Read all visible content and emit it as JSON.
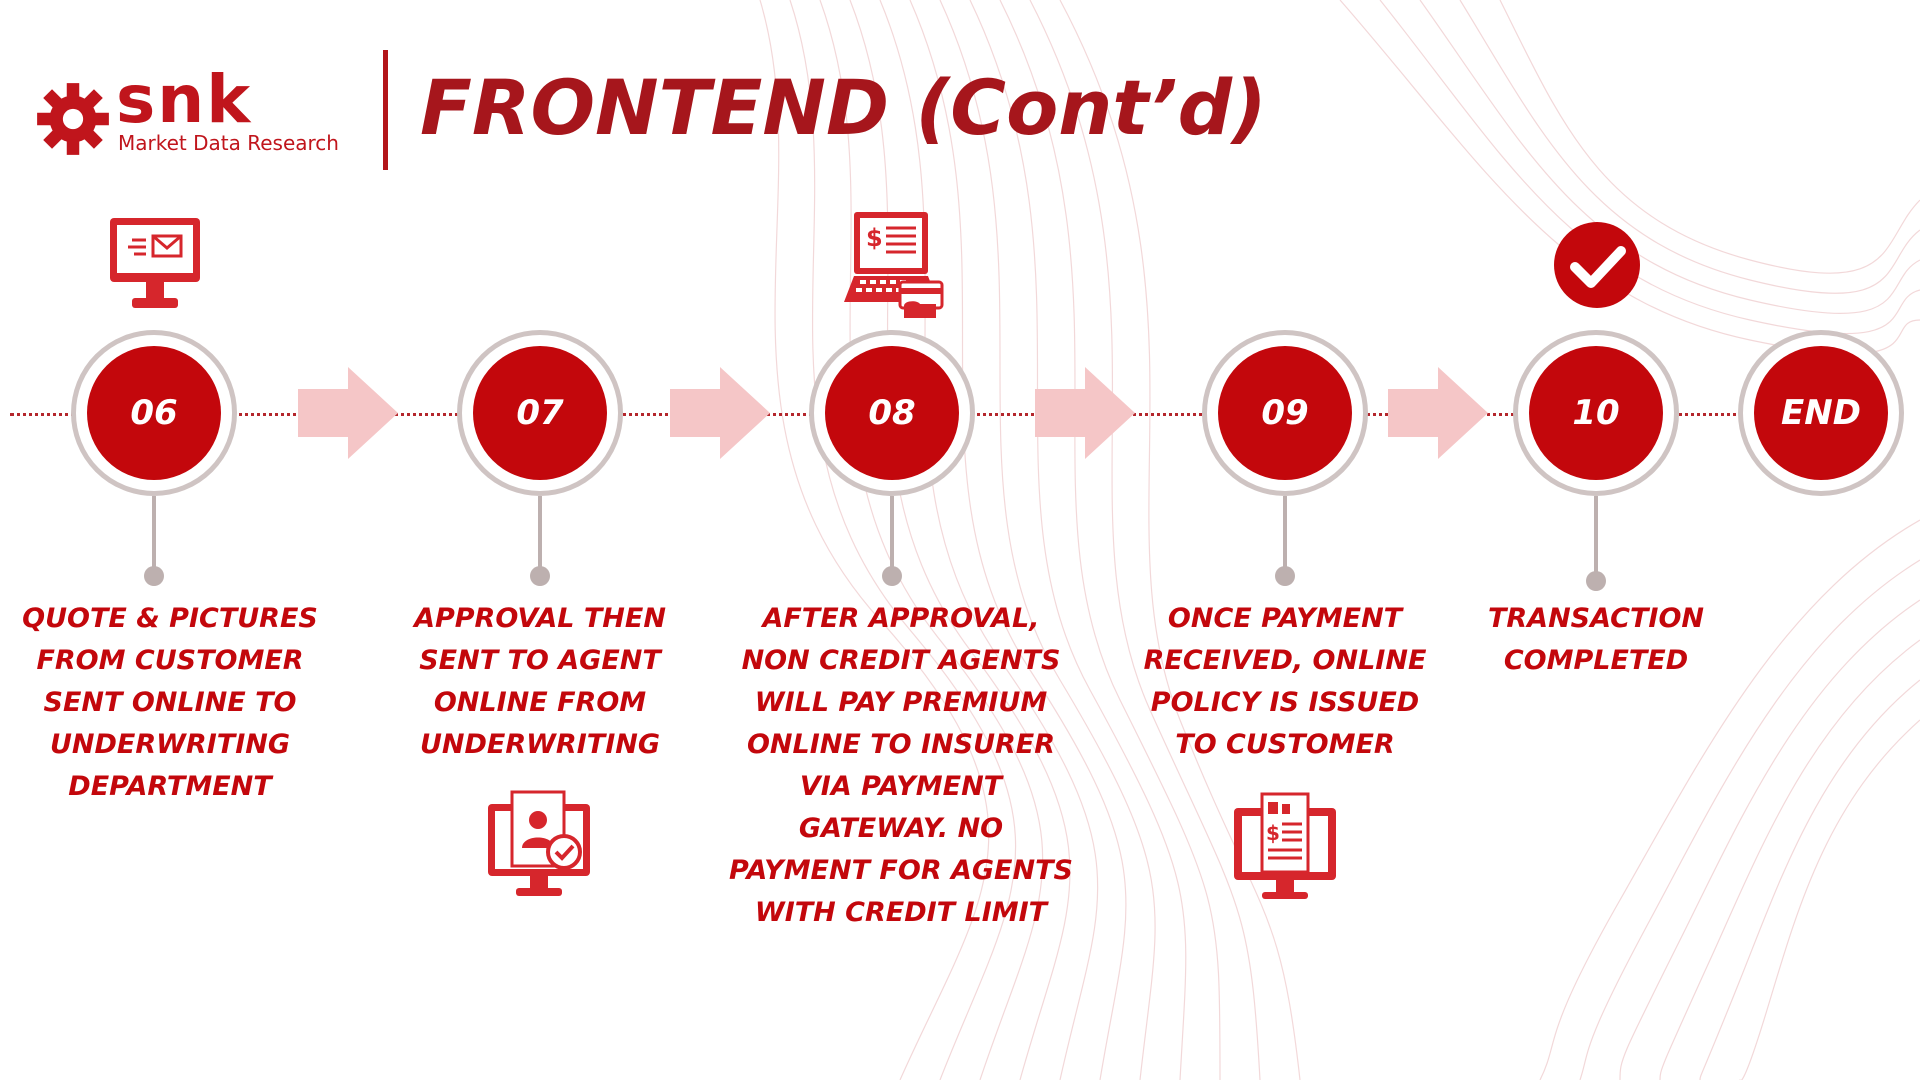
{
  "header": {
    "logo_word": "snk",
    "logo_sub": "Market Data Research",
    "title": "FRONTEND (Cont’d)"
  },
  "steps": [
    {
      "number": "06",
      "text": "QUOTE & PICTURES\nFROM CUSTOMER\nSENT ONLINE TO\nUNDERWRITING\nDEPARTMENT",
      "icon": "email-monitor-icon"
    },
    {
      "number": "07",
      "text": "APPROVAL THEN\nSENT TO AGENT\nONLINE FROM\nUNDERWRITING",
      "icon": "approved-document-icon"
    },
    {
      "number": "08",
      "text": "AFTER APPROVAL,\nNON CREDIT AGENTS\nWILL PAY PREMIUM\nONLINE TO INSURER\nVIA PAYMENT\nGATEWAY. NO\nPAYMENT FOR AGENTS\nWITH CREDIT LIMIT",
      "icon": "online-payment-icon"
    },
    {
      "number": "09",
      "text": "ONCE PAYMENT\nRECEIVED, ONLINE\nPOLICY IS ISSUED\nTO CUSTOMER",
      "icon": "invoice-monitor-icon"
    },
    {
      "number": "10",
      "text": "TRANSACTION\nCOMPLETED",
      "icon": "checkmark-icon"
    },
    {
      "number": "END",
      "text": "",
      "icon": ""
    }
  ],
  "colors": {
    "brand_red": "#c3070c",
    "title_red": "#a6161c",
    "arrow_pink": "#f5c6c7",
    "ring_gray": "#cfc4c3"
  }
}
